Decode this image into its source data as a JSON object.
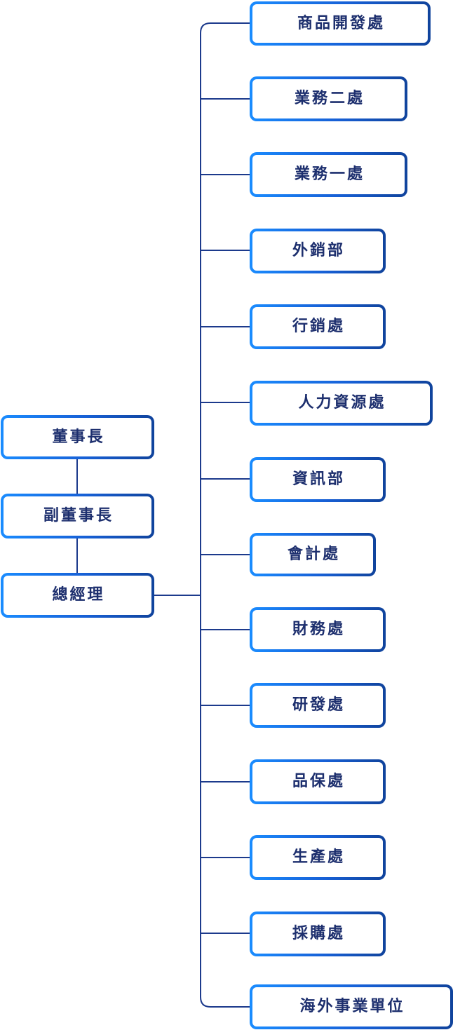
{
  "leadership": {
    "chairman": "董事長",
    "vice_chairman": "副董事長",
    "general_manager": "總經理"
  },
  "departments": [
    "商品開發處",
    "業務二處",
    "業務一處",
    "外銷部",
    "行銷處",
    "人力資源處",
    "資訊部",
    "會計處",
    "財務處",
    "研發處",
    "品保處",
    "生產處",
    "採購處",
    "海外事業單位"
  ],
  "colors": {
    "border_start": "#1a8cff",
    "border_end": "#10439c",
    "line": "#1c3a8c",
    "text": "#1d2f6e"
  }
}
